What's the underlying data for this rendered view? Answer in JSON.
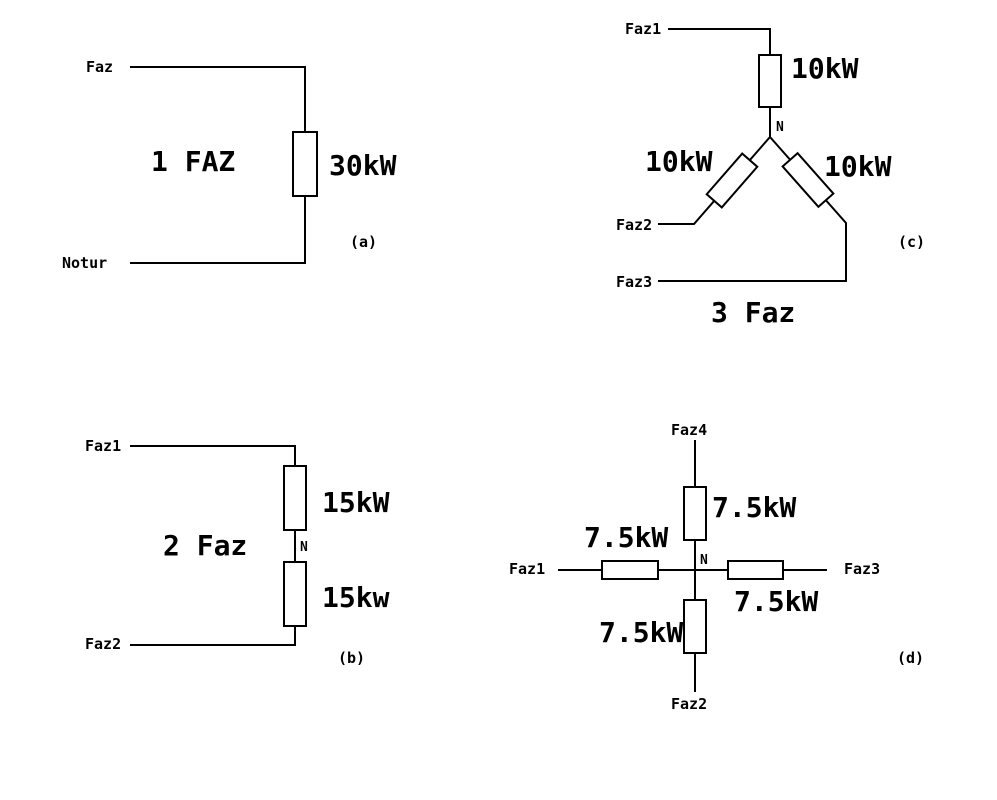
{
  "page": {
    "background_color": "#ffffff",
    "line_color": "#000000"
  },
  "diagrams": {
    "a": {
      "caption": "(a)",
      "title": "1 FAZ",
      "load": "30kW",
      "terminal_top": "Faz",
      "terminal_bottom": "Notur"
    },
    "b": {
      "caption": "(b)",
      "title": "2 Faz",
      "node": "N",
      "load_top": "15kW",
      "load_bottom": "15kw",
      "terminal_top": "Faz1",
      "terminal_bottom": "Faz2"
    },
    "c": {
      "caption": "(c)",
      "title": "3 Faz",
      "node": "N",
      "load_top": "10kW",
      "load_left": "10kW",
      "load_right": "10kW",
      "terminal_1": "Faz1",
      "terminal_2": "Faz2",
      "terminal_3": "Faz3"
    },
    "d": {
      "caption": "(d)",
      "node": "N",
      "load_top": "7.5kW",
      "load_left": "7.5kW",
      "load_right": "7.5kW",
      "load_bottom": "7.5kW",
      "terminal_top": "Faz4",
      "terminal_left": "Faz1",
      "terminal_right": "Faz3",
      "terminal_bottom": "Faz2"
    }
  }
}
